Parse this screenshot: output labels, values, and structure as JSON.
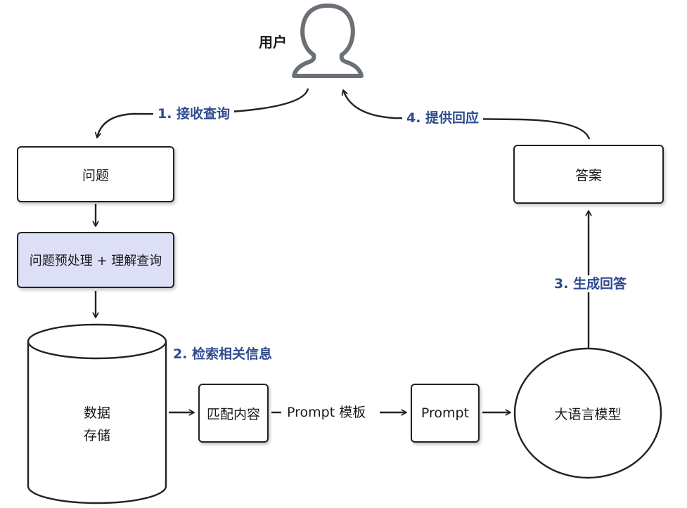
{
  "user": {
    "label": "用户",
    "icon": "user-icon"
  },
  "steps": {
    "receive": "1. 接收查询",
    "retrieve": "2. 检索相关信息",
    "generate": "3. 生成回答",
    "respond": "4. 提供回应"
  },
  "nodes": {
    "question": "问题",
    "preprocess": "问题预处理 + 理解查询",
    "storage_line1": "数据",
    "storage_line2": "存储",
    "match": "匹配内容",
    "prompt": "Prompt",
    "llm": "大语言模型",
    "answer": "答案"
  },
  "edges": {
    "template": "Prompt 模板"
  },
  "colors": {
    "step_text": "#2f4b8f",
    "preprocess_fill": "#dcdff6",
    "outline": "#222222",
    "user_icon": "#6b6f76"
  }
}
